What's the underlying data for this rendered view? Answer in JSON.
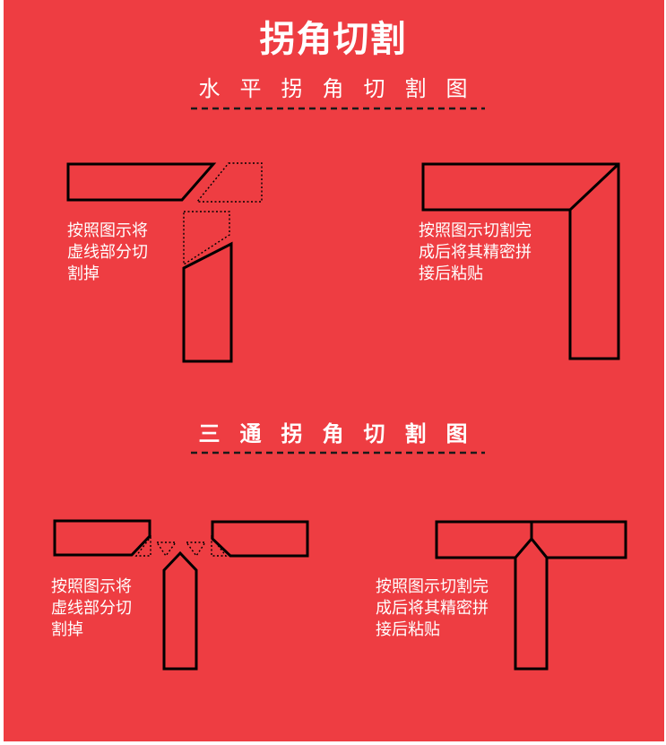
{
  "title": "拐角切割",
  "sections": [
    {
      "heading": "水平拐角切割图"
    },
    {
      "heading": "三通拐角切割图"
    }
  ],
  "captions": {
    "cut_instruction": "按照图示将\n虚线部分切\n割掉",
    "assemble_instruction": "按照图示切割完\n成后将其精密拼\n接后粘贴"
  },
  "colors": {
    "background": "#ee3d42",
    "text": "#ffffff",
    "outline": "#000000"
  }
}
